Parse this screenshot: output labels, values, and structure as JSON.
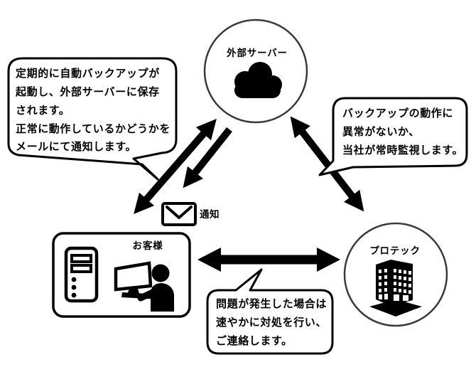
{
  "diagram_title": "backup-service-flow",
  "colors": {
    "ink": "#000000",
    "node_stroke": "#3a3a3a",
    "background": "#ffffff"
  },
  "nodes": {
    "server": {
      "label": "外部サーバー",
      "icon": "cloud-icon"
    },
    "customer": {
      "label": "お客様",
      "icons": [
        "pc-tower-icon",
        "person-at-computer-icon"
      ]
    },
    "protech": {
      "label": "プロテック",
      "icon": "building-icon"
    }
  },
  "notification": {
    "label": "通知",
    "icon": "envelope-icon"
  },
  "bubbles": {
    "backup_info": {
      "lines": [
        "定期的に自動バックアップが",
        "起動し、外部サーバーに保存",
        "されます。",
        "正常に動作しているかどうかを",
        "メールにて通知します。"
      ]
    },
    "monitoring_info": {
      "lines": [
        "バックアップの動作に",
        "異常がないか、",
        "当社が常時監視します。"
      ]
    },
    "response_info": {
      "lines": [
        "問題が発生した場合は",
        "速やかに対処を行い、",
        "ご連絡します。"
      ]
    }
  },
  "arrows": {
    "server_customer": "double",
    "server_notification": "single-down",
    "server_protech": "double",
    "customer_protech": "double"
  }
}
